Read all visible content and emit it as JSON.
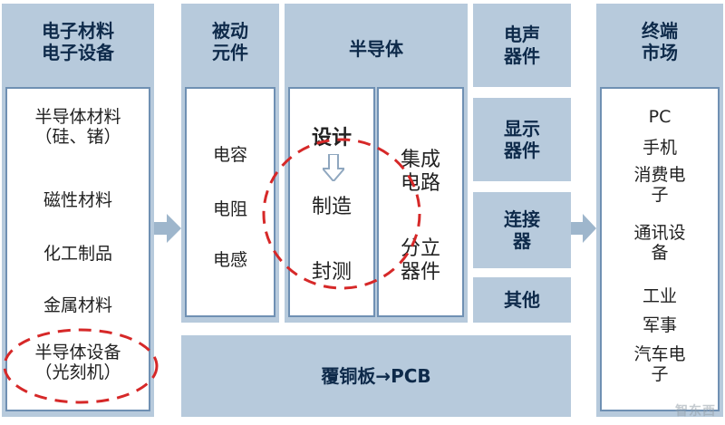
{
  "columns": {
    "materials": {
      "header": "电子材料\n电子设备",
      "items": [
        "半导体材料\n（硅、锗）",
        "磁性材料",
        "化工制品",
        "金属材料",
        "半导体设备\n（光刻机）"
      ]
    },
    "passive": {
      "header": "被动\n元件",
      "items": [
        "电容",
        "电阻",
        "电感"
      ]
    },
    "semiconductor": {
      "header": "半导体",
      "left_items": [
        "设计",
        "制造",
        "封测"
      ],
      "right_items": [
        "集成\n电路",
        "分立\n器件"
      ]
    },
    "components": {
      "items": [
        "电声\n器件",
        "显示\n器件",
        "连接\n器",
        "其他"
      ]
    },
    "terminal": {
      "header": "终端\n市场",
      "items": [
        "PC",
        "手机",
        "消费电\n子",
        "通讯设\n备",
        "工业",
        "军事",
        "汽车电\n子"
      ]
    }
  },
  "bottom_bar": "覆铜板→PCB",
  "watermark": "智东西",
  "colors": {
    "panel": "#b7cadc",
    "border": "#6f90b3",
    "header_text": "#0e2a4a",
    "highlight_dash": "#d62828",
    "arrow": "#9eb6cc"
  },
  "icons": [
    "right-arrow-icon",
    "down-arrow-icon"
  ]
}
